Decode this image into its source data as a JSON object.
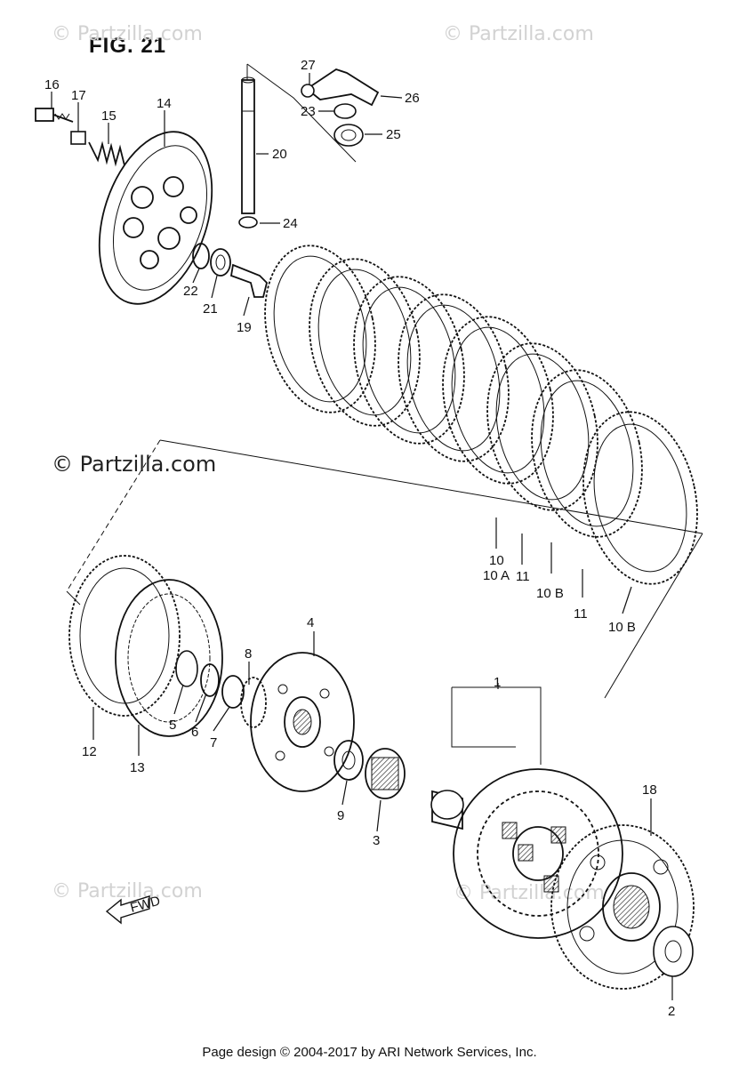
{
  "figure": {
    "title": "FIG. 21"
  },
  "watermarks": {
    "top_left": "© Partzilla.com",
    "top_right": "© Partzilla.com",
    "middle_left": "© Partzilla.com",
    "bottom_left": "© Partzilla.com",
    "bottom_right": "© Partzilla.com"
  },
  "fwd_arrow_label": "FWD",
  "callouts": {
    "p1": "1",
    "p2": "2",
    "p3": "3",
    "p4": "4",
    "p5": "5",
    "p6": "6",
    "p7": "7",
    "p8": "8",
    "p9": "9",
    "p10": "10",
    "p10a": "10 A",
    "p11a": "11",
    "p10b_a": "10 B",
    "p11b": "11",
    "p10b_b": "10 B",
    "p12": "12",
    "p13": "13",
    "p14": "14",
    "p15": "15",
    "p16": "16",
    "p17": "17",
    "p18": "18",
    "p19": "19",
    "p20": "20",
    "p21": "21",
    "p22": "22",
    "p23": "23",
    "p24": "24",
    "p25": "25",
    "p26": "26",
    "p27": "27"
  },
  "footer": "Page design © 2004-2017 by ARI Network Services, Inc."
}
